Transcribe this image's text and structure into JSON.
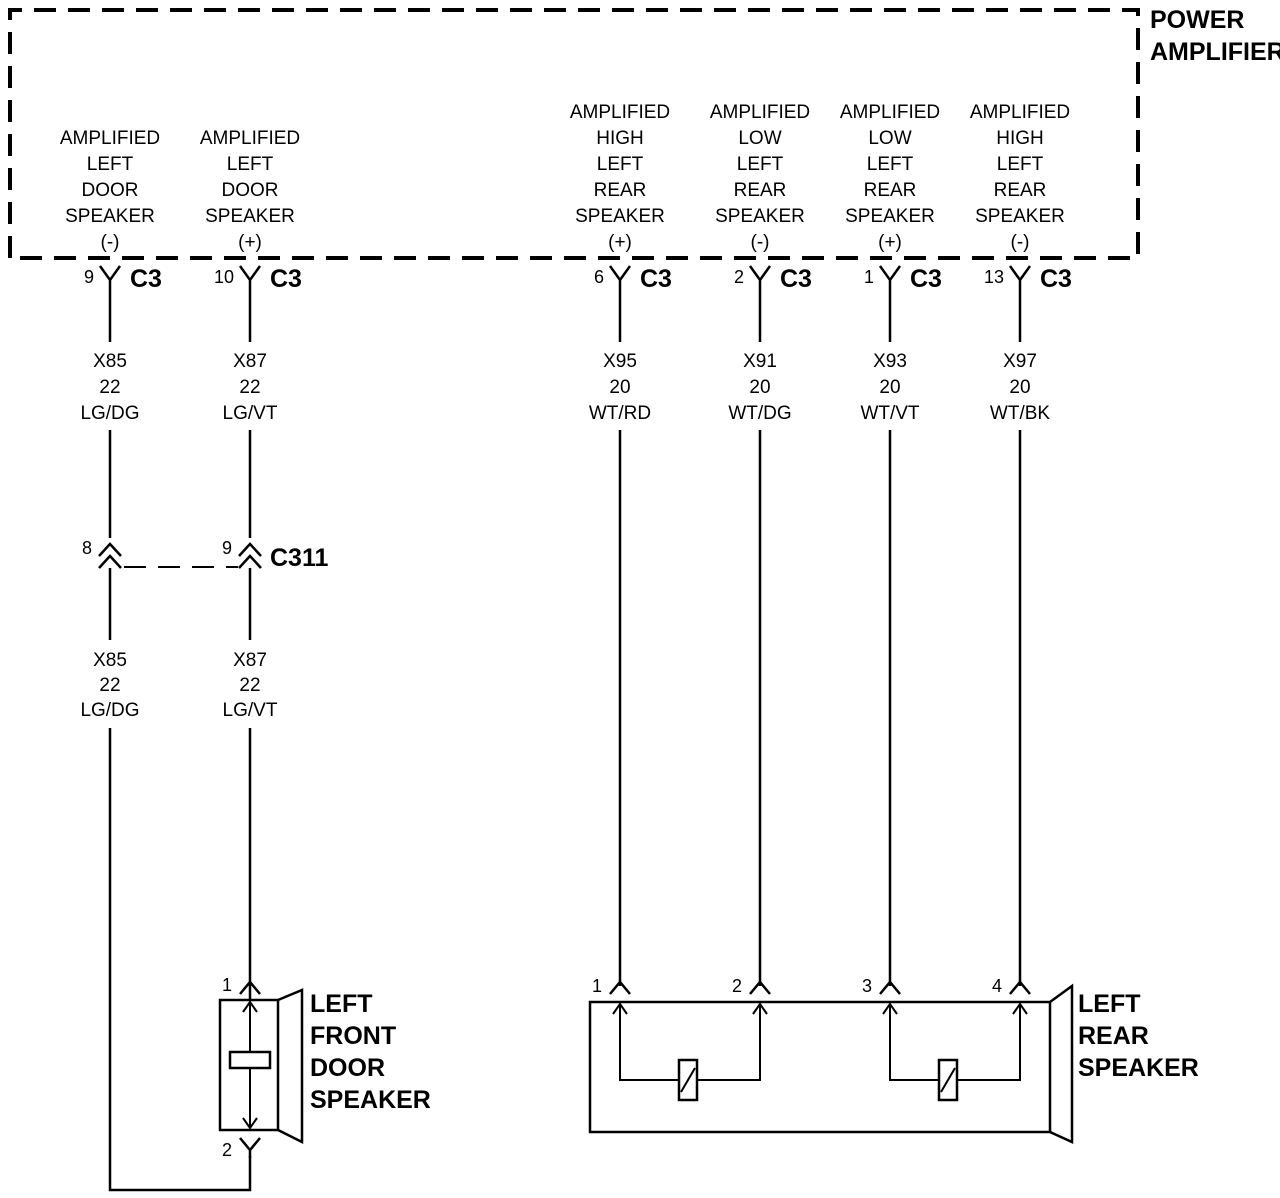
{
  "module": {
    "title_lines": [
      "POWER",
      "AMPLIFIER"
    ],
    "pins": [
      {
        "lines": [
          "AMPLIFIED",
          "LEFT",
          "DOOR",
          "SPEAKER",
          "(-)"
        ],
        "pin": "9",
        "connector": "C3"
      },
      {
        "lines": [
          "AMPLIFIED",
          "LEFT",
          "DOOR",
          "SPEAKER",
          "(+)"
        ],
        "pin": "10",
        "connector": "C3"
      },
      {
        "lines": [
          "AMPLIFIED",
          "HIGH",
          "LEFT",
          "REAR",
          "SPEAKER",
          "(+)"
        ],
        "pin": "6",
        "connector": "C3"
      },
      {
        "lines": [
          "AMPLIFIED",
          "LOW",
          "LEFT",
          "REAR",
          "SPEAKER",
          "(-)"
        ],
        "pin": "2",
        "connector": "C3"
      },
      {
        "lines": [
          "AMPLIFIED",
          "LOW",
          "LEFT",
          "REAR",
          "SPEAKER",
          "(+)"
        ],
        "pin": "1",
        "connector": "C3"
      },
      {
        "lines": [
          "AMPLIFIED",
          "HIGH",
          "LEFT",
          "REAR",
          "SPEAKER",
          "(-)"
        ],
        "pin": "13",
        "connector": "C3"
      }
    ]
  },
  "wires_upper": [
    {
      "circuit": "X85",
      "gauge": "22",
      "color": "LG/DG"
    },
    {
      "circuit": "X87",
      "gauge": "22",
      "color": "LG/VT"
    },
    {
      "circuit": "X95",
      "gauge": "20",
      "color": "WT/RD"
    },
    {
      "circuit": "X91",
      "gauge": "20",
      "color": "WT/DG"
    },
    {
      "circuit": "X93",
      "gauge": "20",
      "color": "WT/VT"
    },
    {
      "circuit": "X97",
      "gauge": "20",
      "color": "WT/BK"
    }
  ],
  "inline_connector": {
    "name": "C311",
    "pins": [
      "8",
      "9"
    ]
  },
  "wires_lower": [
    {
      "circuit": "X85",
      "gauge": "22",
      "color": "LG/DG"
    },
    {
      "circuit": "X87",
      "gauge": "22",
      "color": "LG/VT"
    }
  ],
  "front_speaker": {
    "label_lines": [
      "LEFT",
      "FRONT",
      "DOOR",
      "SPEAKER"
    ],
    "pins": [
      "1",
      "2"
    ]
  },
  "rear_speaker": {
    "label_lines": [
      "LEFT",
      "REAR",
      "SPEAKER"
    ],
    "pins": [
      "1",
      "2",
      "3",
      "4"
    ]
  }
}
